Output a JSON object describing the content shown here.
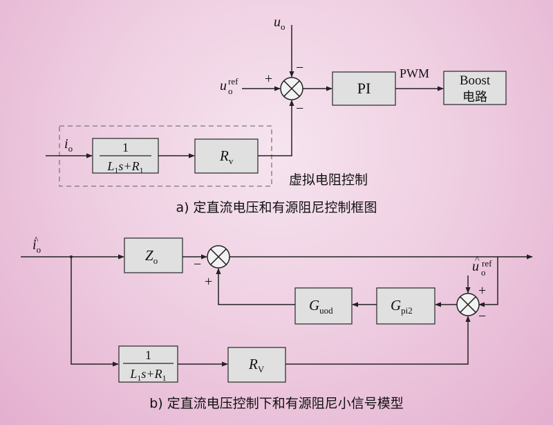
{
  "diagram_a": {
    "signals": {
      "uo_main": "u",
      "uo_sub": "o",
      "uref_main": "u",
      "uref_sup": "ref",
      "uref_sub": "o",
      "io_main": "i",
      "io_sub": "o",
      "pwm": "PWM"
    },
    "signs": {
      "top": "−",
      "left": "+",
      "bottom": "−"
    },
    "blocks": {
      "pi": "PI",
      "boost_line1": "Boost",
      "boost_line2": "电路",
      "tf_num": "1",
      "tf_L": "L",
      "tf_L_sub": "1",
      "tf_mid": "s+R",
      "tf_R_sub": "1",
      "rv_main": "R",
      "rv_sub": "v"
    },
    "virtual_resistor_label": "虚拟电阻控制",
    "caption": "a) 定直流电压和有源阻尼控制框图"
  },
  "diagram_b": {
    "signals": {
      "io_main": "i",
      "io_hat": "^",
      "io_sub": "o",
      "uref_main": "u",
      "uref_hat": "^",
      "uref_sup": "ref",
      "uref_sub": "o"
    },
    "signs": {
      "sum1_left": "−",
      "sum1_bottom": "+",
      "sum2_plus": "+",
      "sum2_minus": "−"
    },
    "blocks": {
      "zo_main": "Z",
      "zo_sub": "o",
      "guod_main": "G",
      "guod_sub": "uod",
      "gpi2_main": "G",
      "gpi2_sub": "pi2",
      "tf_num": "1",
      "tf_L": "L",
      "tf_L_sub": "1",
      "tf_mid": "s+R",
      "tf_R_sub": "1",
      "rv_main": "R",
      "rv_sub": "V"
    },
    "caption": "b) 定直流电压控制下和有源阻尼小信号模型"
  }
}
